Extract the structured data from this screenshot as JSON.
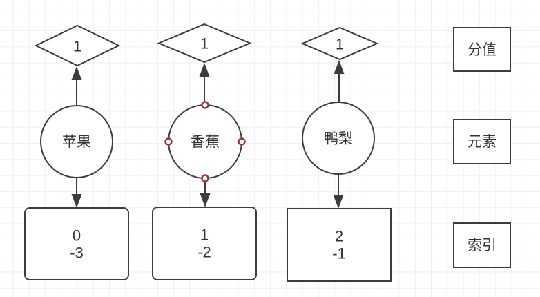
{
  "palette": {
    "background": "#ffffff",
    "grid_line": "#f0f0f0",
    "shape_stroke": "#3c3c3c",
    "shape_fill": "#ffffff",
    "text_color": "#333333",
    "connection_handle": "#993334"
  },
  "legend": [
    {
      "label": "分值"
    },
    {
      "label": "元素"
    },
    {
      "label": "索引"
    }
  ],
  "nodes": {
    "columns": [
      {
        "score": "1",
        "element": "苹果",
        "index": "0",
        "score_value": "-3"
      },
      {
        "score": "1",
        "element": "香蕉",
        "index": "1",
        "score_value": "-2"
      },
      {
        "score": "1",
        "element": "鸭梨",
        "index": "2",
        "score_value": "-1"
      }
    ]
  }
}
